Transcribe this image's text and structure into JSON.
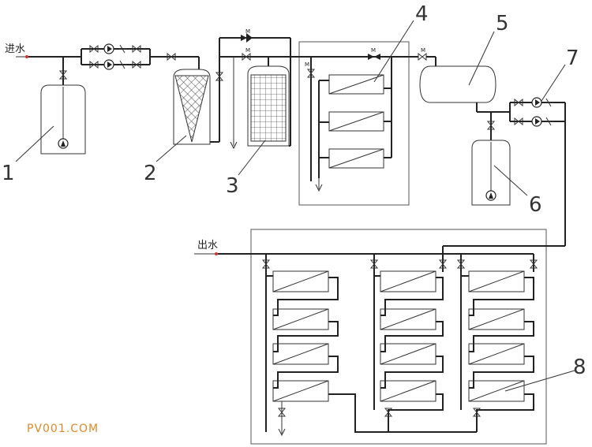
{
  "labels": {
    "inlet": "进水",
    "outlet": "出水",
    "valve_tag": "M",
    "watermark": "PV001.COM"
  },
  "callouts": [
    "1",
    "2",
    "3",
    "4",
    "5",
    "6",
    "7",
    "8"
  ]
}
